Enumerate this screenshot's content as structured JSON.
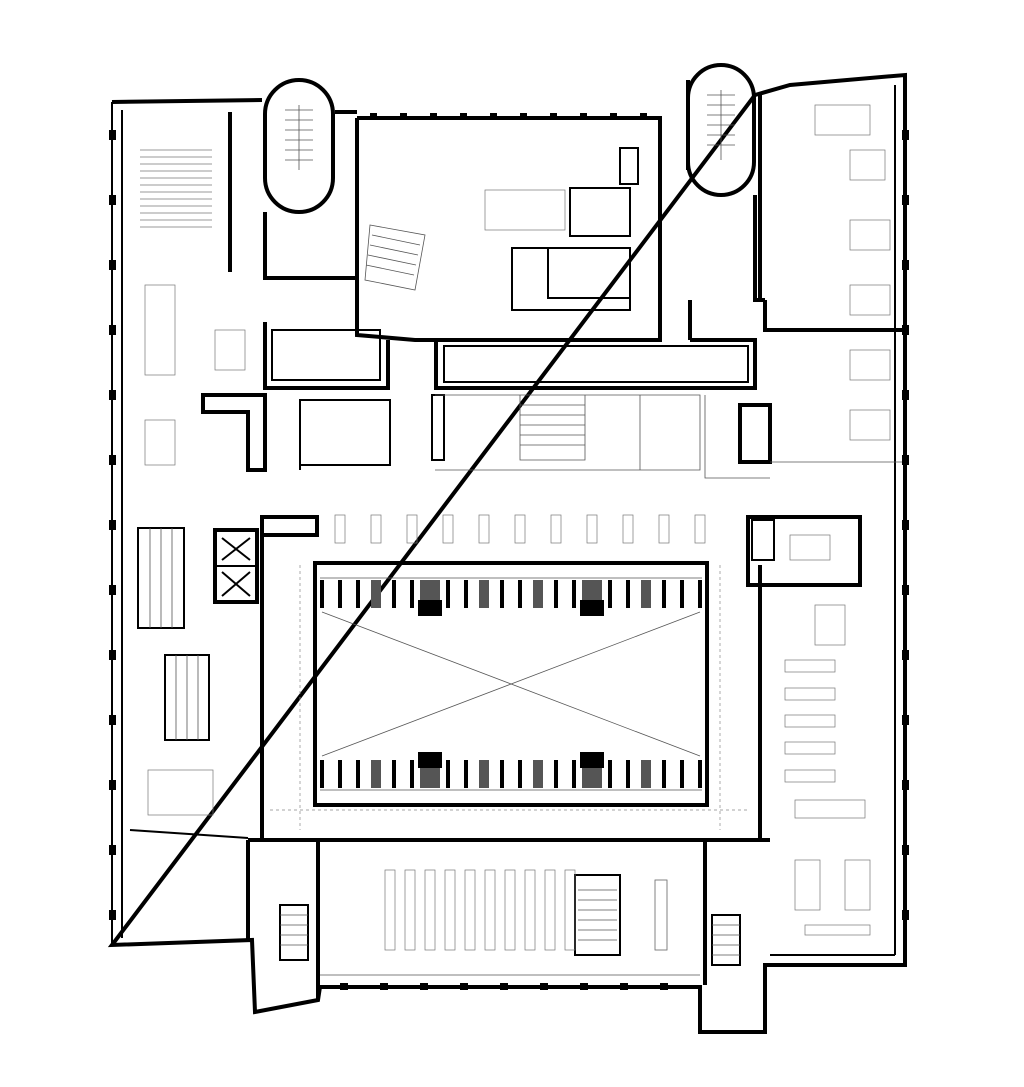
{
  "drawing": {
    "type": "architectural floor plan",
    "colors": {
      "wall": "#000000",
      "fill_grey": "#555555",
      "furniture": "#777777",
      "background": "#ffffff"
    },
    "atrium_rows": {
      "column_count_top": 22,
      "column_count_bottom": 22
    }
  }
}
